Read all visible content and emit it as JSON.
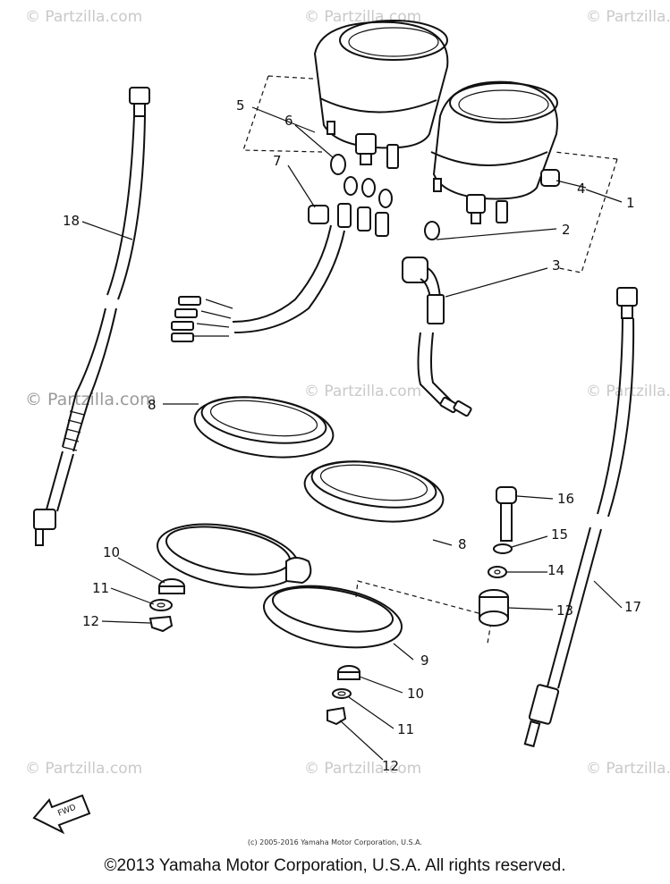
{
  "watermarks": [
    "© Partzilla.com",
    "© Partzilla.com",
    "© Partzilla.com",
    "© Partzilla.com",
    "© Partzilla.com",
    "© Partzilla.com",
    "© Partzilla.com",
    "© Partzilla.com",
    "© Partzilla.com"
  ],
  "callouts": {
    "c1": "1",
    "c2": "2",
    "c3": "3",
    "c4": "4",
    "c5": "5",
    "c6": "6",
    "c7": "7",
    "c8a": "8",
    "c8b": "8",
    "c9": "9",
    "c10a": "10",
    "c10b": "10",
    "c11a": "11",
    "c11b": "11",
    "c12a": "12",
    "c12b": "12",
    "c13": "13",
    "c14": "14",
    "c15": "15",
    "c16": "16",
    "c17": "17",
    "c18": "18"
  },
  "fwd_label": "FWD",
  "copyright_small": "(c) 2005-2016 Yamaha Motor Corporation, U.S.A.",
  "copyright_main": "©2013 Yamaha Motor Corporation, U.S.A. All rights reserved."
}
